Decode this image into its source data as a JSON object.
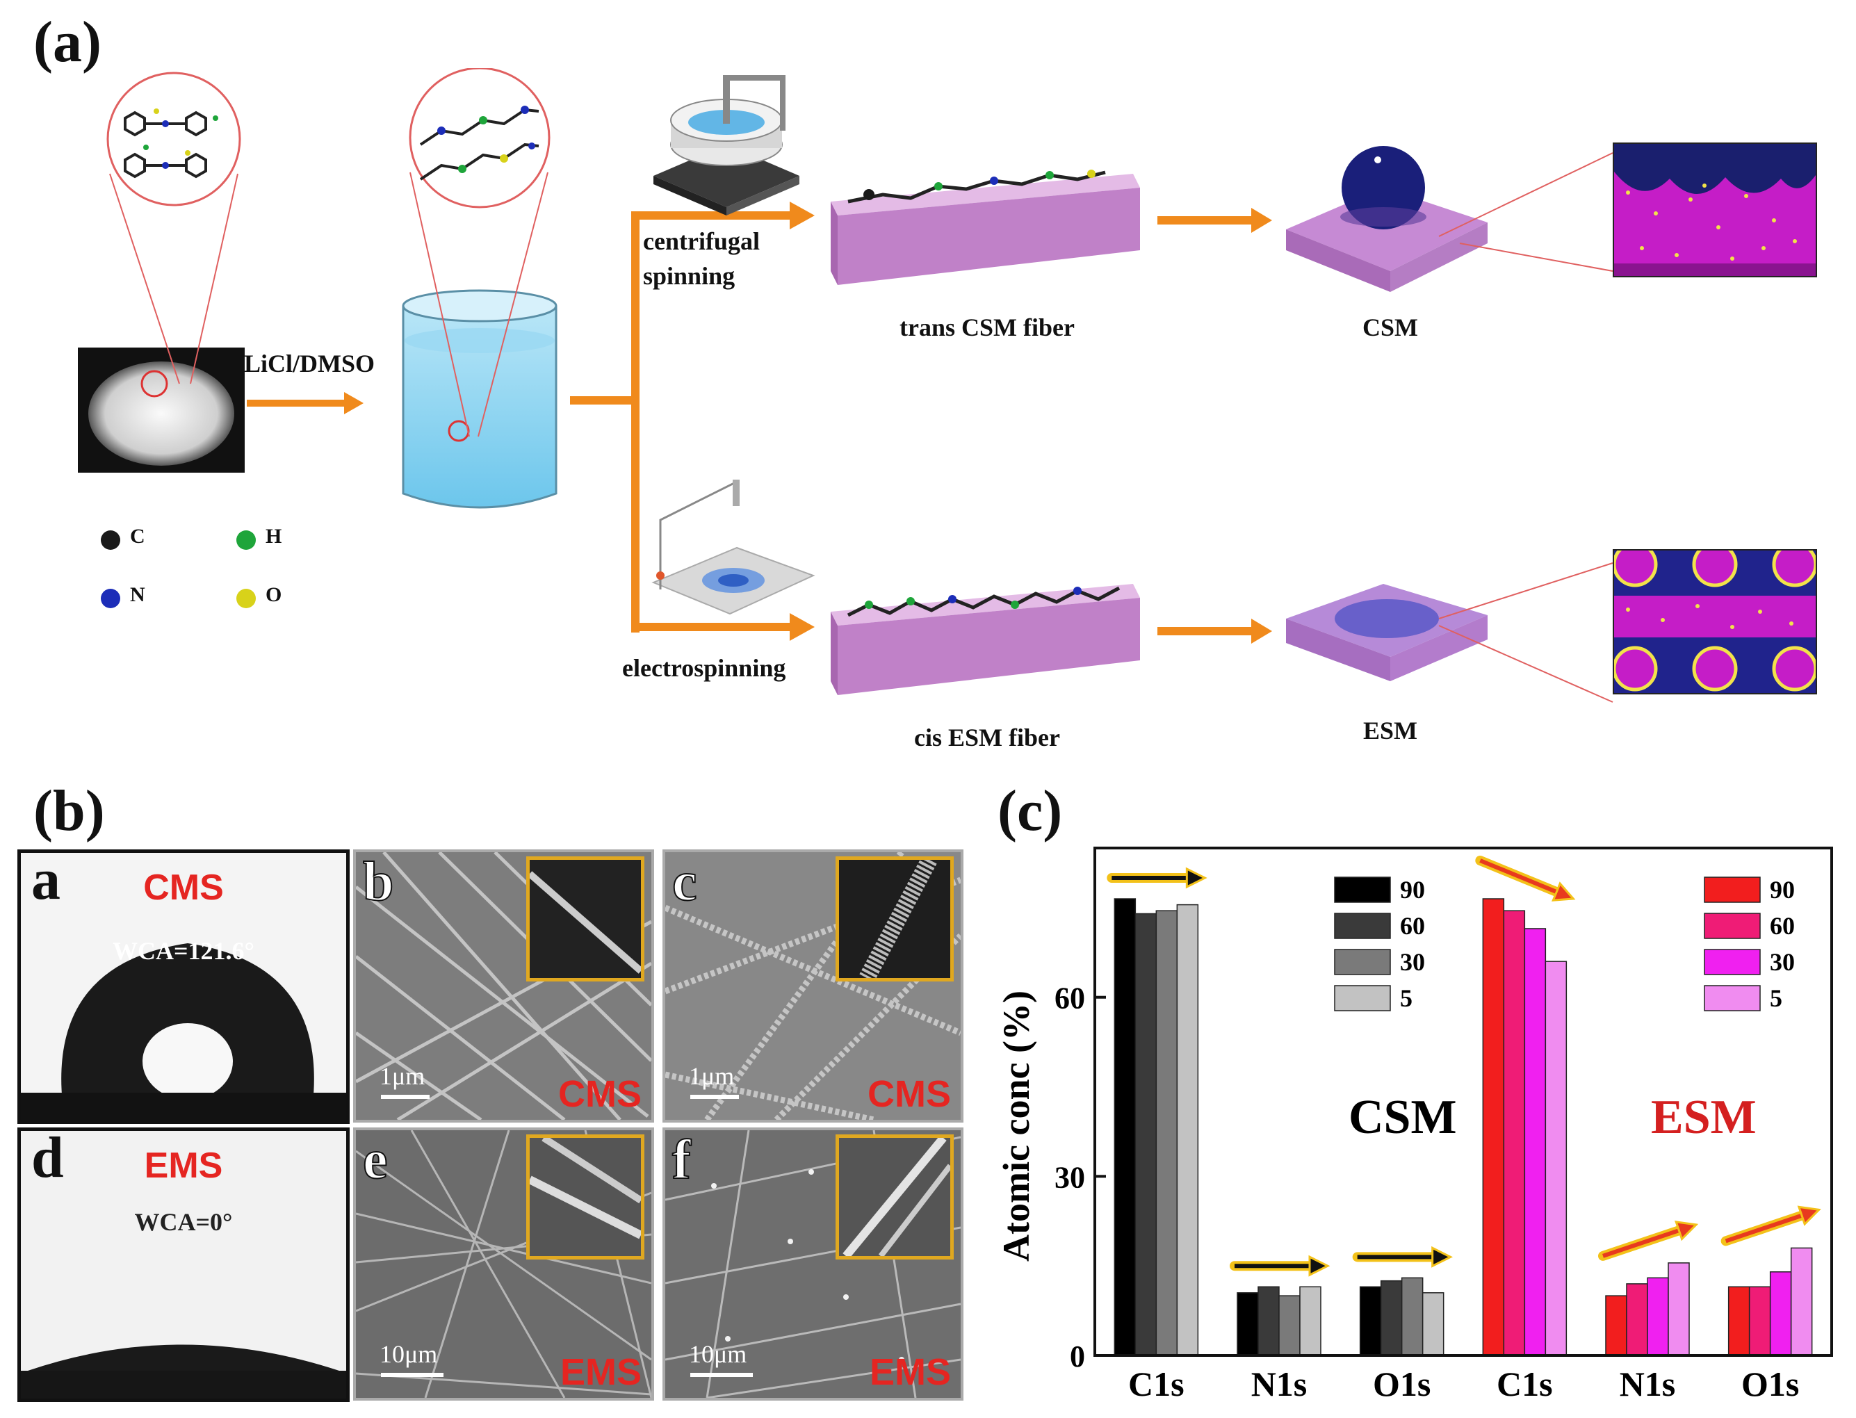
{
  "panel_a": {
    "label": "(a)",
    "solvent_label": "LiCl/DMSO",
    "branch_top_label_1": "centrifugal",
    "branch_top_label_2": "spinning",
    "branch_bottom_label": "electrospinning",
    "fiber_top_label": "trans CSM fiber",
    "fiber_bottom_label": "cis ESM fiber",
    "membrane_top_label": "CSM",
    "membrane_bottom_label": "ESM",
    "atom_legend": [
      {
        "symbol": "C",
        "color": "#1a1a1a"
      },
      {
        "symbol": "H",
        "color": "#1ea53a"
      },
      {
        "symbol": "N",
        "color": "#1c2db8"
      },
      {
        "symbol": "O",
        "color": "#d8d21a"
      }
    ],
    "arrow_color": "#f08a1c"
  },
  "panel_b": {
    "label": "(b)",
    "tiles": [
      {
        "letter": "a",
        "title": "CMS",
        "wca": "WCA=121.6°"
      },
      {
        "letter": "b",
        "scale": "1μm",
        "tag": "CMS"
      },
      {
        "letter": "c",
        "scale": "1μm",
        "tag": "CMS"
      },
      {
        "letter": "d",
        "title": "EMS",
        "wca": "WCA=0°"
      },
      {
        "letter": "e",
        "scale": "10μm",
        "tag": "EMS"
      },
      {
        "letter": "f",
        "scale": "10μm",
        "tag": "EMS"
      }
    ]
  },
  "panel_c": {
    "label": "(c)",
    "group_label_left": "CSM",
    "group_label_right": "ESM",
    "group_label_right_color": "#d42020",
    "chart_data": {
      "type": "bar",
      "ylabel": "Atomic conc (%)",
      "ylim": [
        0,
        85
      ],
      "yticks": [
        0,
        30,
        60
      ],
      "categories": [
        "C1s",
        "N1s",
        "O1s",
        "C1s",
        "N1s",
        "O1s"
      ],
      "groups": [
        "CSM",
        "CSM",
        "CSM",
        "ESM",
        "ESM",
        "ESM"
      ],
      "series_csm": [
        {
          "name": "90",
          "color": "#000000",
          "values": [
            76.5,
            10.5,
            11.5
          ]
        },
        {
          "name": "60",
          "color": "#3a3a3a",
          "values": [
            74.0,
            11.5,
            12.5
          ]
        },
        {
          "name": "30",
          "color": "#7a7a7a",
          "values": [
            74.5,
            10.0,
            13.0
          ]
        },
        {
          "name": "5",
          "color": "#c2c2c2",
          "values": [
            75.5,
            11.5,
            10.5
          ]
        }
      ],
      "series_esm": [
        {
          "name": "90",
          "color": "#f21e1e",
          "values": [
            76.5,
            10.0,
            11.5
          ]
        },
        {
          "name": "60",
          "color": "#ef1c76",
          "values": [
            74.5,
            12.0,
            11.5
          ]
        },
        {
          "name": "30",
          "color": "#f020f0",
          "values": [
            71.5,
            13.0,
            14.0
          ]
        },
        {
          "name": "5",
          "color": "#f08cf0",
          "values": [
            66.0,
            15.5,
            18.0
          ]
        }
      ],
      "legend_csm_placement": "top-left of CSM region",
      "legend_esm_placement": "top-right"
    }
  }
}
